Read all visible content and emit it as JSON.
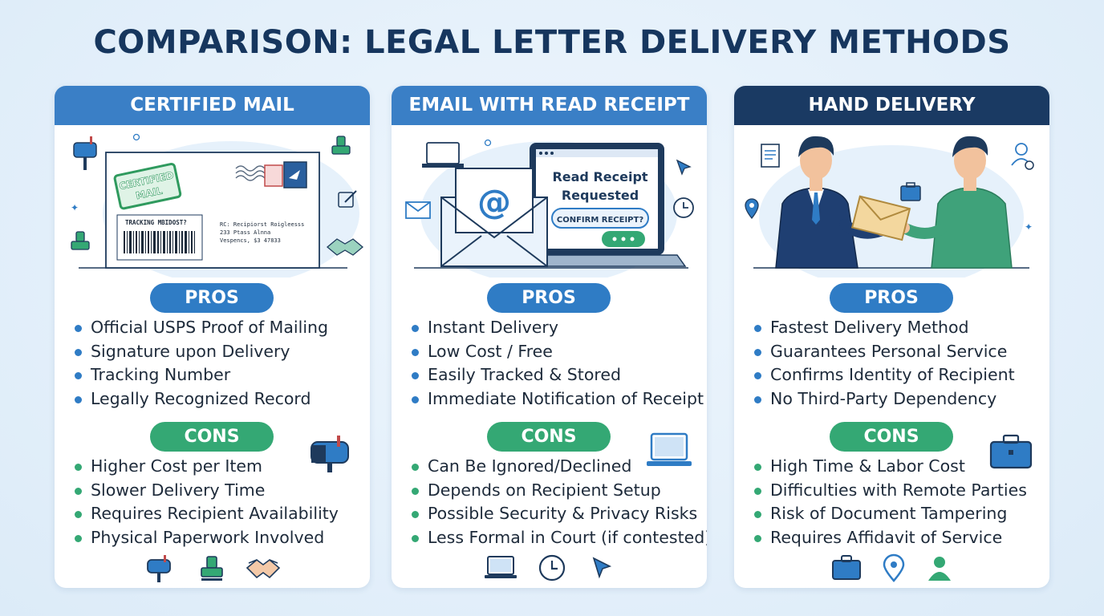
{
  "title": "COMPARISON: LEGAL LETTER DELIVERY METHODS",
  "colors": {
    "header_blue": "#3a7fc6",
    "header_navy": "#1a3a63",
    "pros_pill": "#2f7cc5",
    "cons_pill": "#34a874",
    "text": "#1d2a3a"
  },
  "cards": [
    {
      "header": "CERTIFIED MAIL",
      "illustration": {
        "stamp_text_line1": "CERTIFIED",
        "stamp_text_line2": "MAIL",
        "tracking_label": "TRACKING MBIDOST?",
        "address_line1": "RC: Recipiorst Roigleesss",
        "address_line2": "233 Ptass Alnna",
        "address_line3": "Vespencs, $3 47833"
      },
      "pros_label": "PROS",
      "pros": [
        "Official USPS Proof of Mailing",
        "Signature upon Delivery",
        "Tracking Number",
        "Legally Recognized Record"
      ],
      "cons_label": "CONS",
      "cons": [
        "Higher Cost per Item",
        "Slower Delivery Time",
        "Requires Recipient Availability",
        "Physical Paperwork Involved"
      ],
      "icons": [
        "mailbox-icon",
        "stamp-icon",
        "handshake-icon",
        "edit-icon"
      ]
    },
    {
      "header": "EMAIL WITH READ RECEIPT",
      "illustration": {
        "screen_line1": "Read Receipt",
        "screen_line2": "Requested",
        "bubble_text": "CONFIRM RECEIPT?",
        "at_symbol": "@"
      },
      "pros_label": "PROS",
      "pros": [
        "Instant Delivery",
        "Low Cost / Free",
        "Easily Tracked & Stored",
        "Immediate Notification of Receipt"
      ],
      "cons_label": "CONS",
      "cons": [
        "Can Be Ignored/Declined",
        "Depends on Recipient Setup",
        "Possible Security & Privacy Risks",
        "Less Formal in Court (if contested)"
      ],
      "icons": [
        "laptop-icon",
        "clock-icon",
        "cursor-icon",
        "envelope-icon"
      ]
    },
    {
      "header": "HAND DELIVERY",
      "pros_label": "PROS",
      "pros": [
        "Fastest Delivery Method",
        "Guarantees Personal Service",
        "Confirms Identity of Recipient",
        "No Third-Party Dependency"
      ],
      "cons_label": "CONS",
      "cons": [
        "High Time & Labor Cost",
        "Difficulties with Remote Parties",
        "Risk of Document Tampering",
        "Requires Affidavit of Service"
      ],
      "icons": [
        "briefcase-icon",
        "location-pin-icon",
        "person-icon",
        "document-icon"
      ]
    }
  ]
}
